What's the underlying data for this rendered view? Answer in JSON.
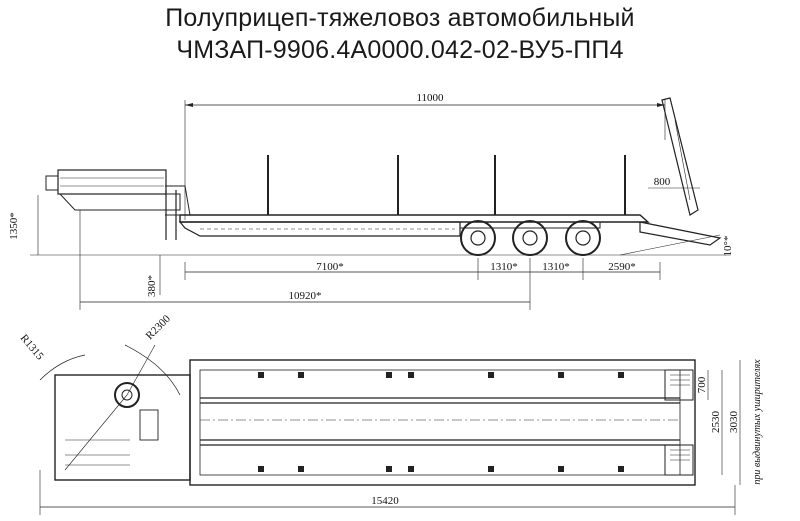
{
  "title": {
    "line1": "Полуприцеп-тяжеловоз автомобильный",
    "line2": "ЧМЗАП-9906.4А0000.042-02-ВУ5-ПП4"
  },
  "side_view": {
    "overall_length": "11000",
    "ramp_height": "800",
    "deck_height": "1350*",
    "ground_clearance": "380*",
    "axle_spacing_1": "7100*",
    "axle_spacing_2": "1310*",
    "axle_spacing_3": "1310*",
    "rear_overhang": "2590*",
    "ramp_angle": "10°*",
    "kingpin_to_rear": "10920*"
  },
  "top_view": {
    "radius_front": "R1315",
    "radius_swing": "R2300",
    "width_ramp": "700",
    "width_body": "2530",
    "width_extended": "3030",
    "width_note": "при выдвинутых уширителях",
    "total_length": "15420"
  }
}
